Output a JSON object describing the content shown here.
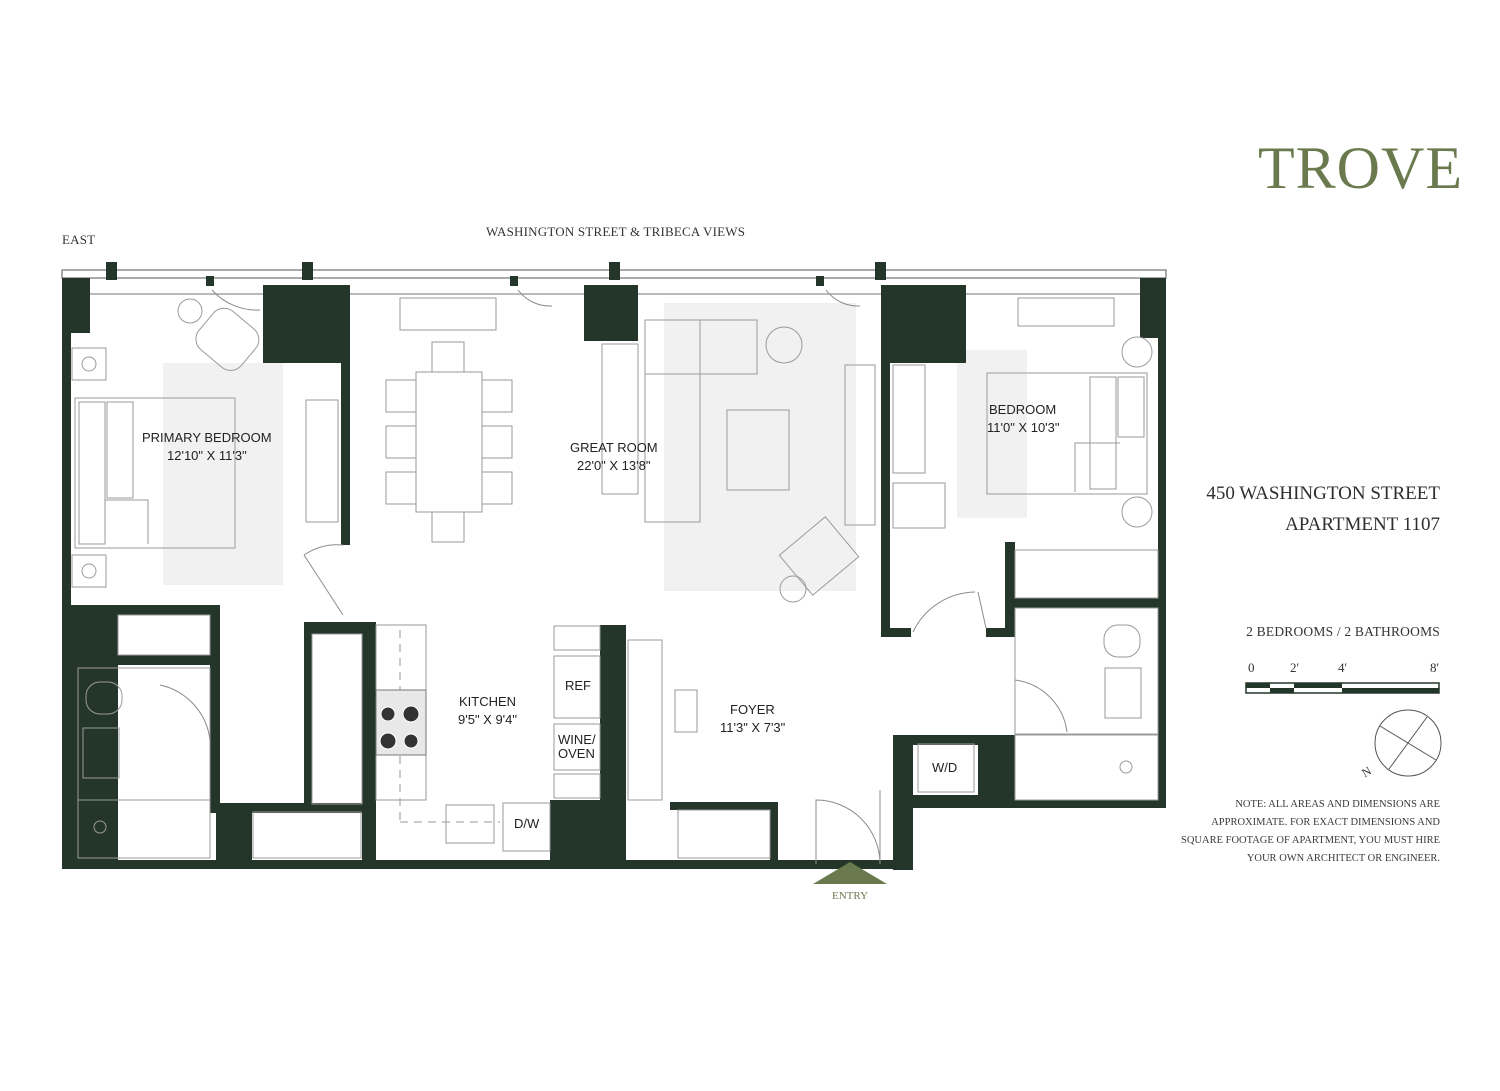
{
  "brand": {
    "name": "TROVE",
    "color": "#6b7a4e"
  },
  "orientation_label": "EAST",
  "views_label": "WASHINGTON STREET & TRIBECA VIEWS",
  "address": {
    "line1": "450 WASHINGTON STREET",
    "line2": "APARTMENT 1107"
  },
  "unit_summary": "2 BEDROOMS / 2 BATHROOMS",
  "scale": {
    "ticks": [
      "0",
      "2'",
      "4'",
      "8'"
    ]
  },
  "compass": {
    "label": "N"
  },
  "note": {
    "line1": "NOTE: ALL AREAS AND DIMENSIONS ARE",
    "line2": "APPROXIMATE. FOR EXACT DIMENSIONS AND",
    "line3": "SQUARE FOOTAGE OF APARTMENT, YOU MUST HIRE",
    "line4": "YOUR OWN ARCHITECT OR ENGINEER."
  },
  "rooms": {
    "primary_bedroom": {
      "name": "PRIMARY BEDROOM",
      "dims": "12'10\" X 11'3\""
    },
    "great_room": {
      "name": "GREAT ROOM",
      "dims": "22'0\" X 13'8\""
    },
    "bedroom": {
      "name": "BEDROOM",
      "dims": "11'0\" X 10'3\""
    },
    "kitchen": {
      "name": "KITCHEN",
      "dims": "9'5\" X 9'4\""
    },
    "foyer": {
      "name": "FOYER",
      "dims": "11'3\" X 7'3\""
    }
  },
  "fixtures": {
    "ref": "REF",
    "wine_oven_1": "WINE/",
    "wine_oven_2": "OVEN",
    "dw": "D/W",
    "wd": "W/D"
  },
  "entry_label": "ENTRY",
  "colors": {
    "wall": "#243629",
    "rug": "#f1f1f1",
    "furniture": "#8c8c8c",
    "accent": "#6b7a4e"
  }
}
